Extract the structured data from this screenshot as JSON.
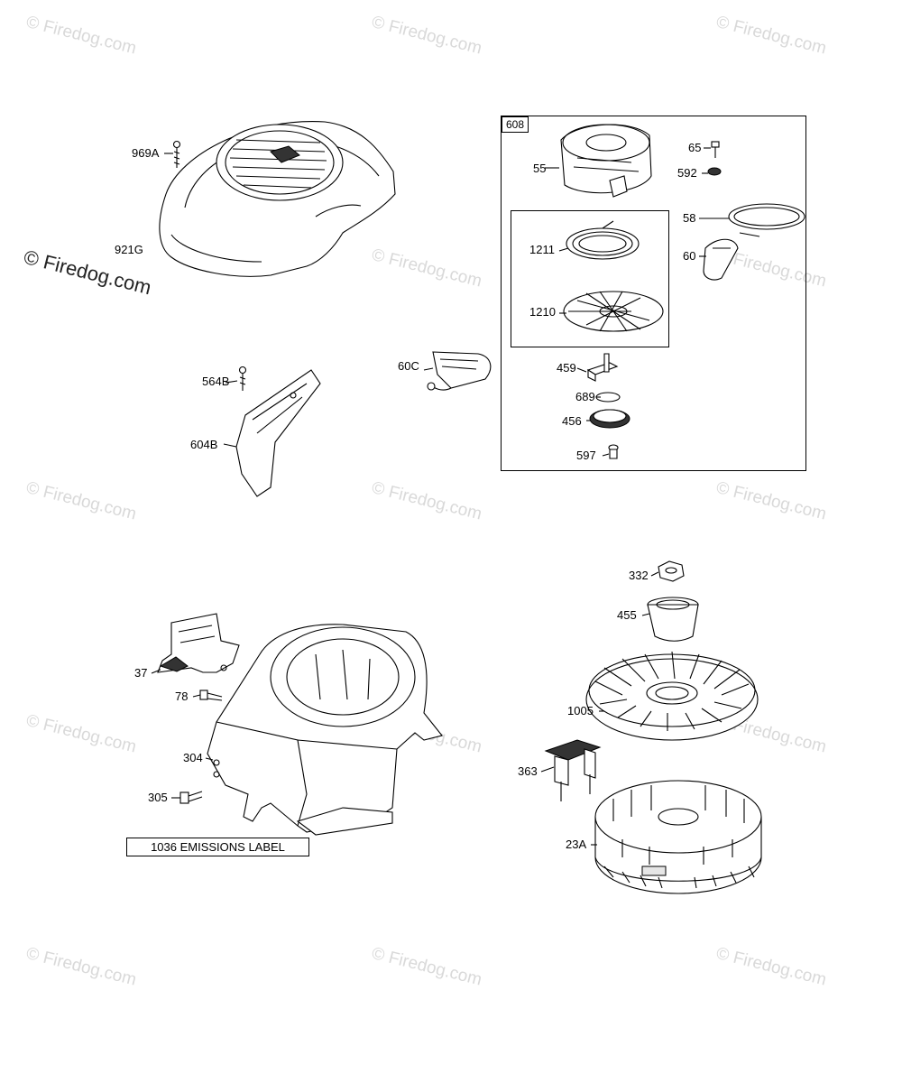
{
  "watermark": {
    "text": "Firedog.com",
    "prefix": "©",
    "prominent_text": "© Firedog.com"
  },
  "kit_label": "608",
  "emissions_label": "1036 EMISSIONS LABEL",
  "parts": [
    {
      "id": "969A",
      "label": "969A"
    },
    {
      "id": "921G",
      "label": "921G"
    },
    {
      "id": "564B",
      "label": "564B"
    },
    {
      "id": "604B",
      "label": "604B"
    },
    {
      "id": "60C",
      "label": "60C"
    },
    {
      "id": "55",
      "label": "55"
    },
    {
      "id": "65",
      "label": "65"
    },
    {
      "id": "592",
      "label": "592"
    },
    {
      "id": "58",
      "label": "58"
    },
    {
      "id": "60",
      "label": "60"
    },
    {
      "id": "1211",
      "label": "1211"
    },
    {
      "id": "1210",
      "label": "1210"
    },
    {
      "id": "459",
      "label": "459"
    },
    {
      "id": "689",
      "label": "689"
    },
    {
      "id": "456",
      "label": "456"
    },
    {
      "id": "597",
      "label": "597"
    },
    {
      "id": "332",
      "label": "332"
    },
    {
      "id": "455",
      "label": "455"
    },
    {
      "id": "1005",
      "label": "1005"
    },
    {
      "id": "363",
      "label": "363"
    },
    {
      "id": "23A",
      "label": "23A"
    },
    {
      "id": "37",
      "label": "37"
    },
    {
      "id": "78",
      "label": "78"
    },
    {
      "id": "304",
      "label": "304"
    },
    {
      "id": "305",
      "label": "305"
    }
  ]
}
